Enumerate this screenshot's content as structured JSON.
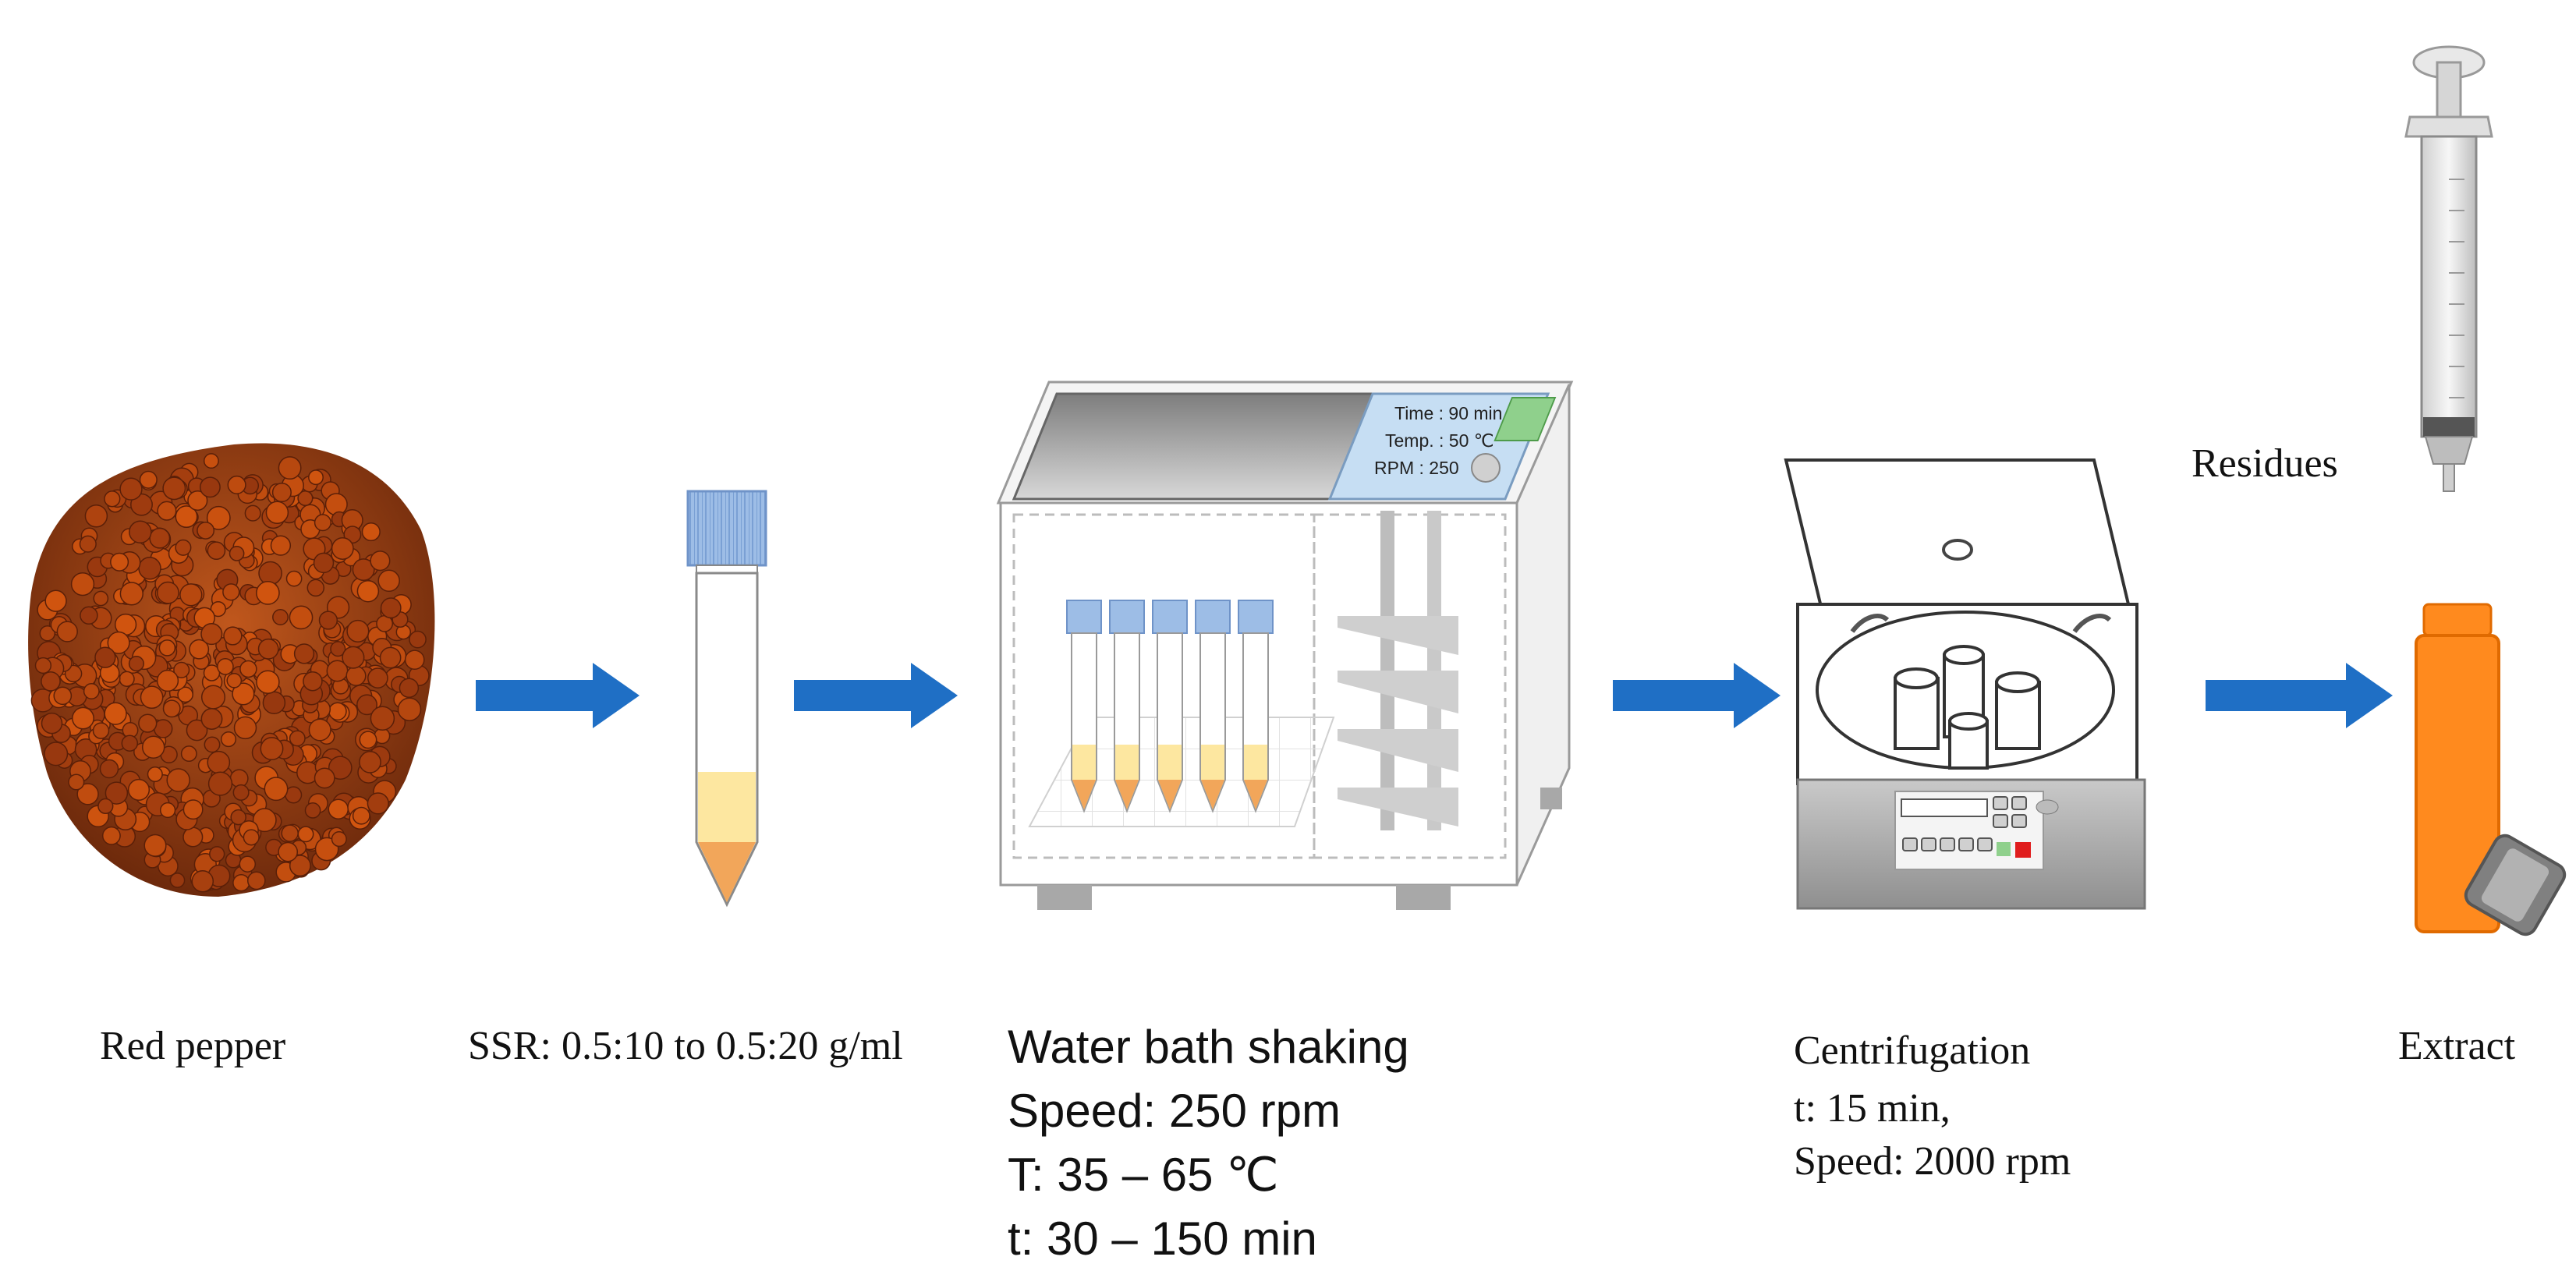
{
  "steps": {
    "pepper": {
      "label": "Red pepper"
    },
    "ssr": {
      "label": "SSR: 0.5:10 to 0.5:20 g/ml"
    },
    "shaking": {
      "title": "Water bath shaking",
      "speed": "Speed: 250 rpm",
      "temp": "T: 35 – 65 ℃",
      "time": "t: 30 – 150 min",
      "screen_time": "Time : 90 min",
      "screen_temp": "Temp. : 50 ℃",
      "screen_rpm": "RPM : 250"
    },
    "centrifugation": {
      "title": "Centrifugation",
      "time": "t: 15 min,",
      "speed": "Speed: 2000 rpm"
    },
    "residues": {
      "label": "Residues"
    },
    "extract": {
      "label": "Extract"
    }
  },
  "colors": {
    "arrow": "#1f6fc5",
    "tube_cap": "#8fb4e3",
    "liquid": "#fde7a0",
    "tip": "#f2a65a",
    "extract_tube": "#ff8a1e",
    "pepper": "#8a3a12"
  },
  "icons": [
    "pepper-pile-icon",
    "falcon-tube-icon",
    "water-bath-shaker-icon",
    "centrifuge-icon",
    "syringe-icon",
    "extract-tube-icon"
  ]
}
